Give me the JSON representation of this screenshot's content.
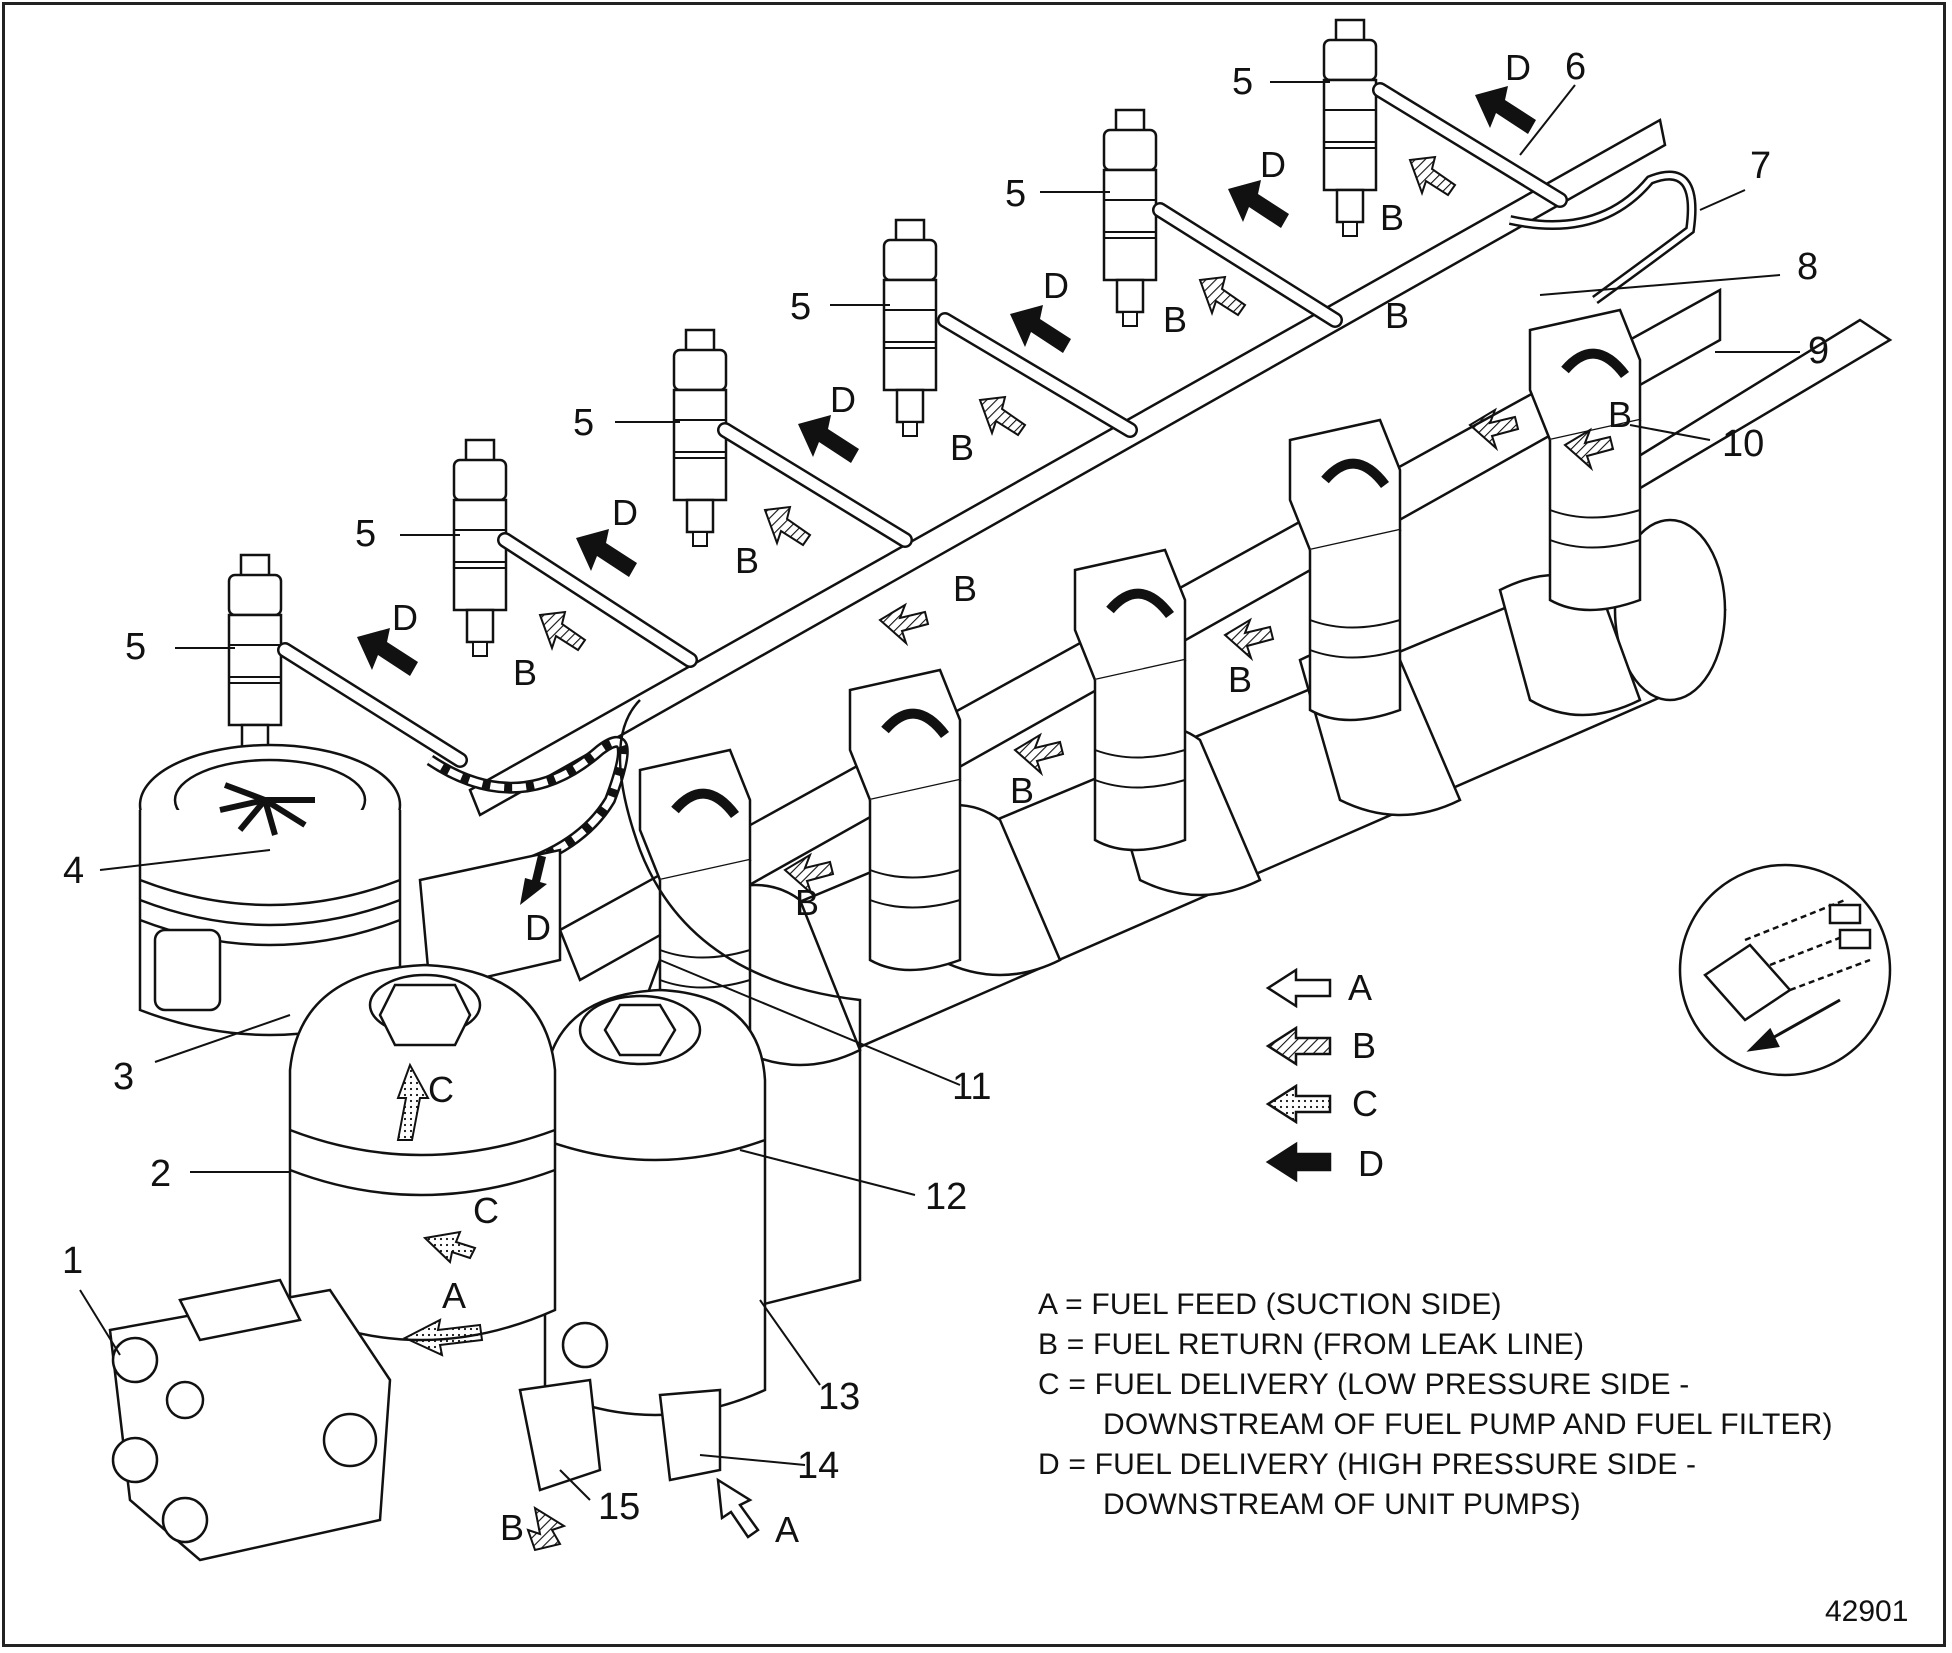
{
  "diagram": {
    "callouts": {
      "c1": "1",
      "c2": "2",
      "c3": "3",
      "c4": "4",
      "c5a": "5",
      "c5b": "5",
      "c5c": "5",
      "c5d": "5",
      "c5e": "5",
      "c5f": "5",
      "c6": "6",
      "c7": "7",
      "c8": "8",
      "c9": "9",
      "c10": "10",
      "c11": "11",
      "c12": "12",
      "c13": "13",
      "c14": "14",
      "c15": "15"
    },
    "flow_letters": {
      "D1": "D",
      "D2": "D",
      "D3": "D",
      "D4": "D",
      "D5": "D",
      "D6": "D",
      "D7": "D",
      "B1": "B",
      "B2": "B",
      "B3": "B",
      "B4": "B",
      "B5": "B",
      "B6": "B",
      "B7": "B",
      "B8": "B",
      "B9": "B",
      "B10": "B",
      "B11": "B",
      "B12": "B",
      "C1": "C",
      "C2": "C",
      "A1": "A",
      "A2": "A"
    }
  },
  "legend": {
    "items": [
      {
        "letter": "A",
        "style": "outline"
      },
      {
        "letter": "B",
        "style": "hatched"
      },
      {
        "letter": "C",
        "style": "dotted"
      },
      {
        "letter": "D",
        "style": "solid"
      }
    ],
    "definitions": {
      "a": "A = FUEL FEED (SUCTION SIDE)",
      "b": "B = FUEL RETURN (FROM LEAK LINE)",
      "c1": "C = FUEL DELIVERY (LOW PRESSURE SIDE -",
      "c2": "DOWNSTREAM OF FUEL PUMP AND FUEL FILTER)",
      "d1": "D = FUEL DELIVERY (HIGH PRESSURE SIDE -",
      "d2": "DOWNSTREAM OF UNIT PUMPS)"
    }
  },
  "figure_number": "42901"
}
